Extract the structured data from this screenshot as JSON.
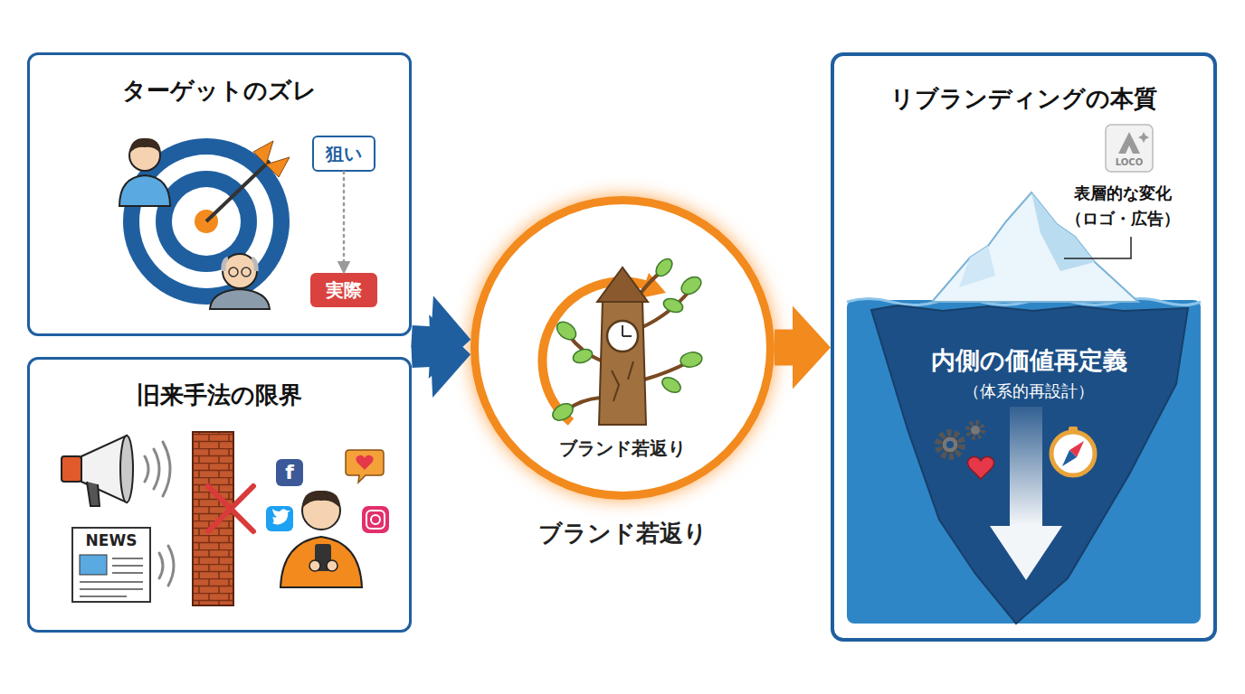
{
  "diagram": {
    "nodes": [
      {
        "text": [
          "ターゲットのズレ"
        ]
      },
      {
        "text": [
          "狙い"
        ],
        "in": 0
      },
      {
        "text": [
          "実際"
        ],
        "in": 0
      },
      {
        "text": [
          "旧来手法の限界"
        ]
      },
      {
        "text": [
          "ブランド若返り",
          "ブランド若返り"
        ]
      },
      {
        "text": [
          "リブランディングの本質"
        ]
      },
      {
        "text": [
          "内側の価値再定義",
          "（体系的再設計）"
        ],
        "in": 5
      }
    ],
    "edges": [
      {
        "from": 1,
        "to": 2,
        "arrow": "to"
      },
      {
        "from": 0,
        "to": 4,
        "arrow": "to"
      },
      {
        "from": 3,
        "to": 4,
        "arrow": "to"
      },
      {
        "from": 4,
        "to": 5,
        "arrow": "to"
      }
    ],
    "labels": [
      "NEWS",
      "f",
      "LOCO",
      "表層的な変化 （ロゴ・広告）"
    ]
  }
}
